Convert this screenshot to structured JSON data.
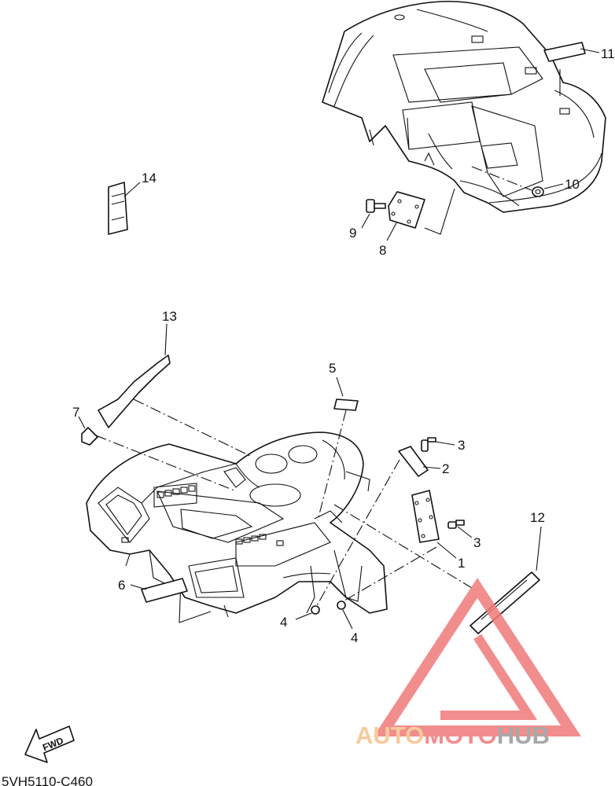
{
  "callouts": {
    "c1": "1",
    "c2": "2",
    "c3a": "3",
    "c3b": "3",
    "c4a": "4",
    "c4b": "4",
    "c5": "5",
    "c6": "6",
    "c7": "7",
    "c8": "8",
    "c9": "9",
    "c10": "10",
    "c11": "11",
    "c12": "12",
    "c13": "13",
    "c14": "14"
  },
  "fwd_label": "FWD",
  "diagram_code": "5VH5110-C460",
  "watermark": {
    "part1": "AUTO",
    "part2": "MOTO",
    "part3": "HUB",
    "colors": {
      "auto": "#f5c28a",
      "moto": "#f07a7a",
      "hub": "#9a9a9a",
      "triangle": "#f07a7a"
    }
  }
}
